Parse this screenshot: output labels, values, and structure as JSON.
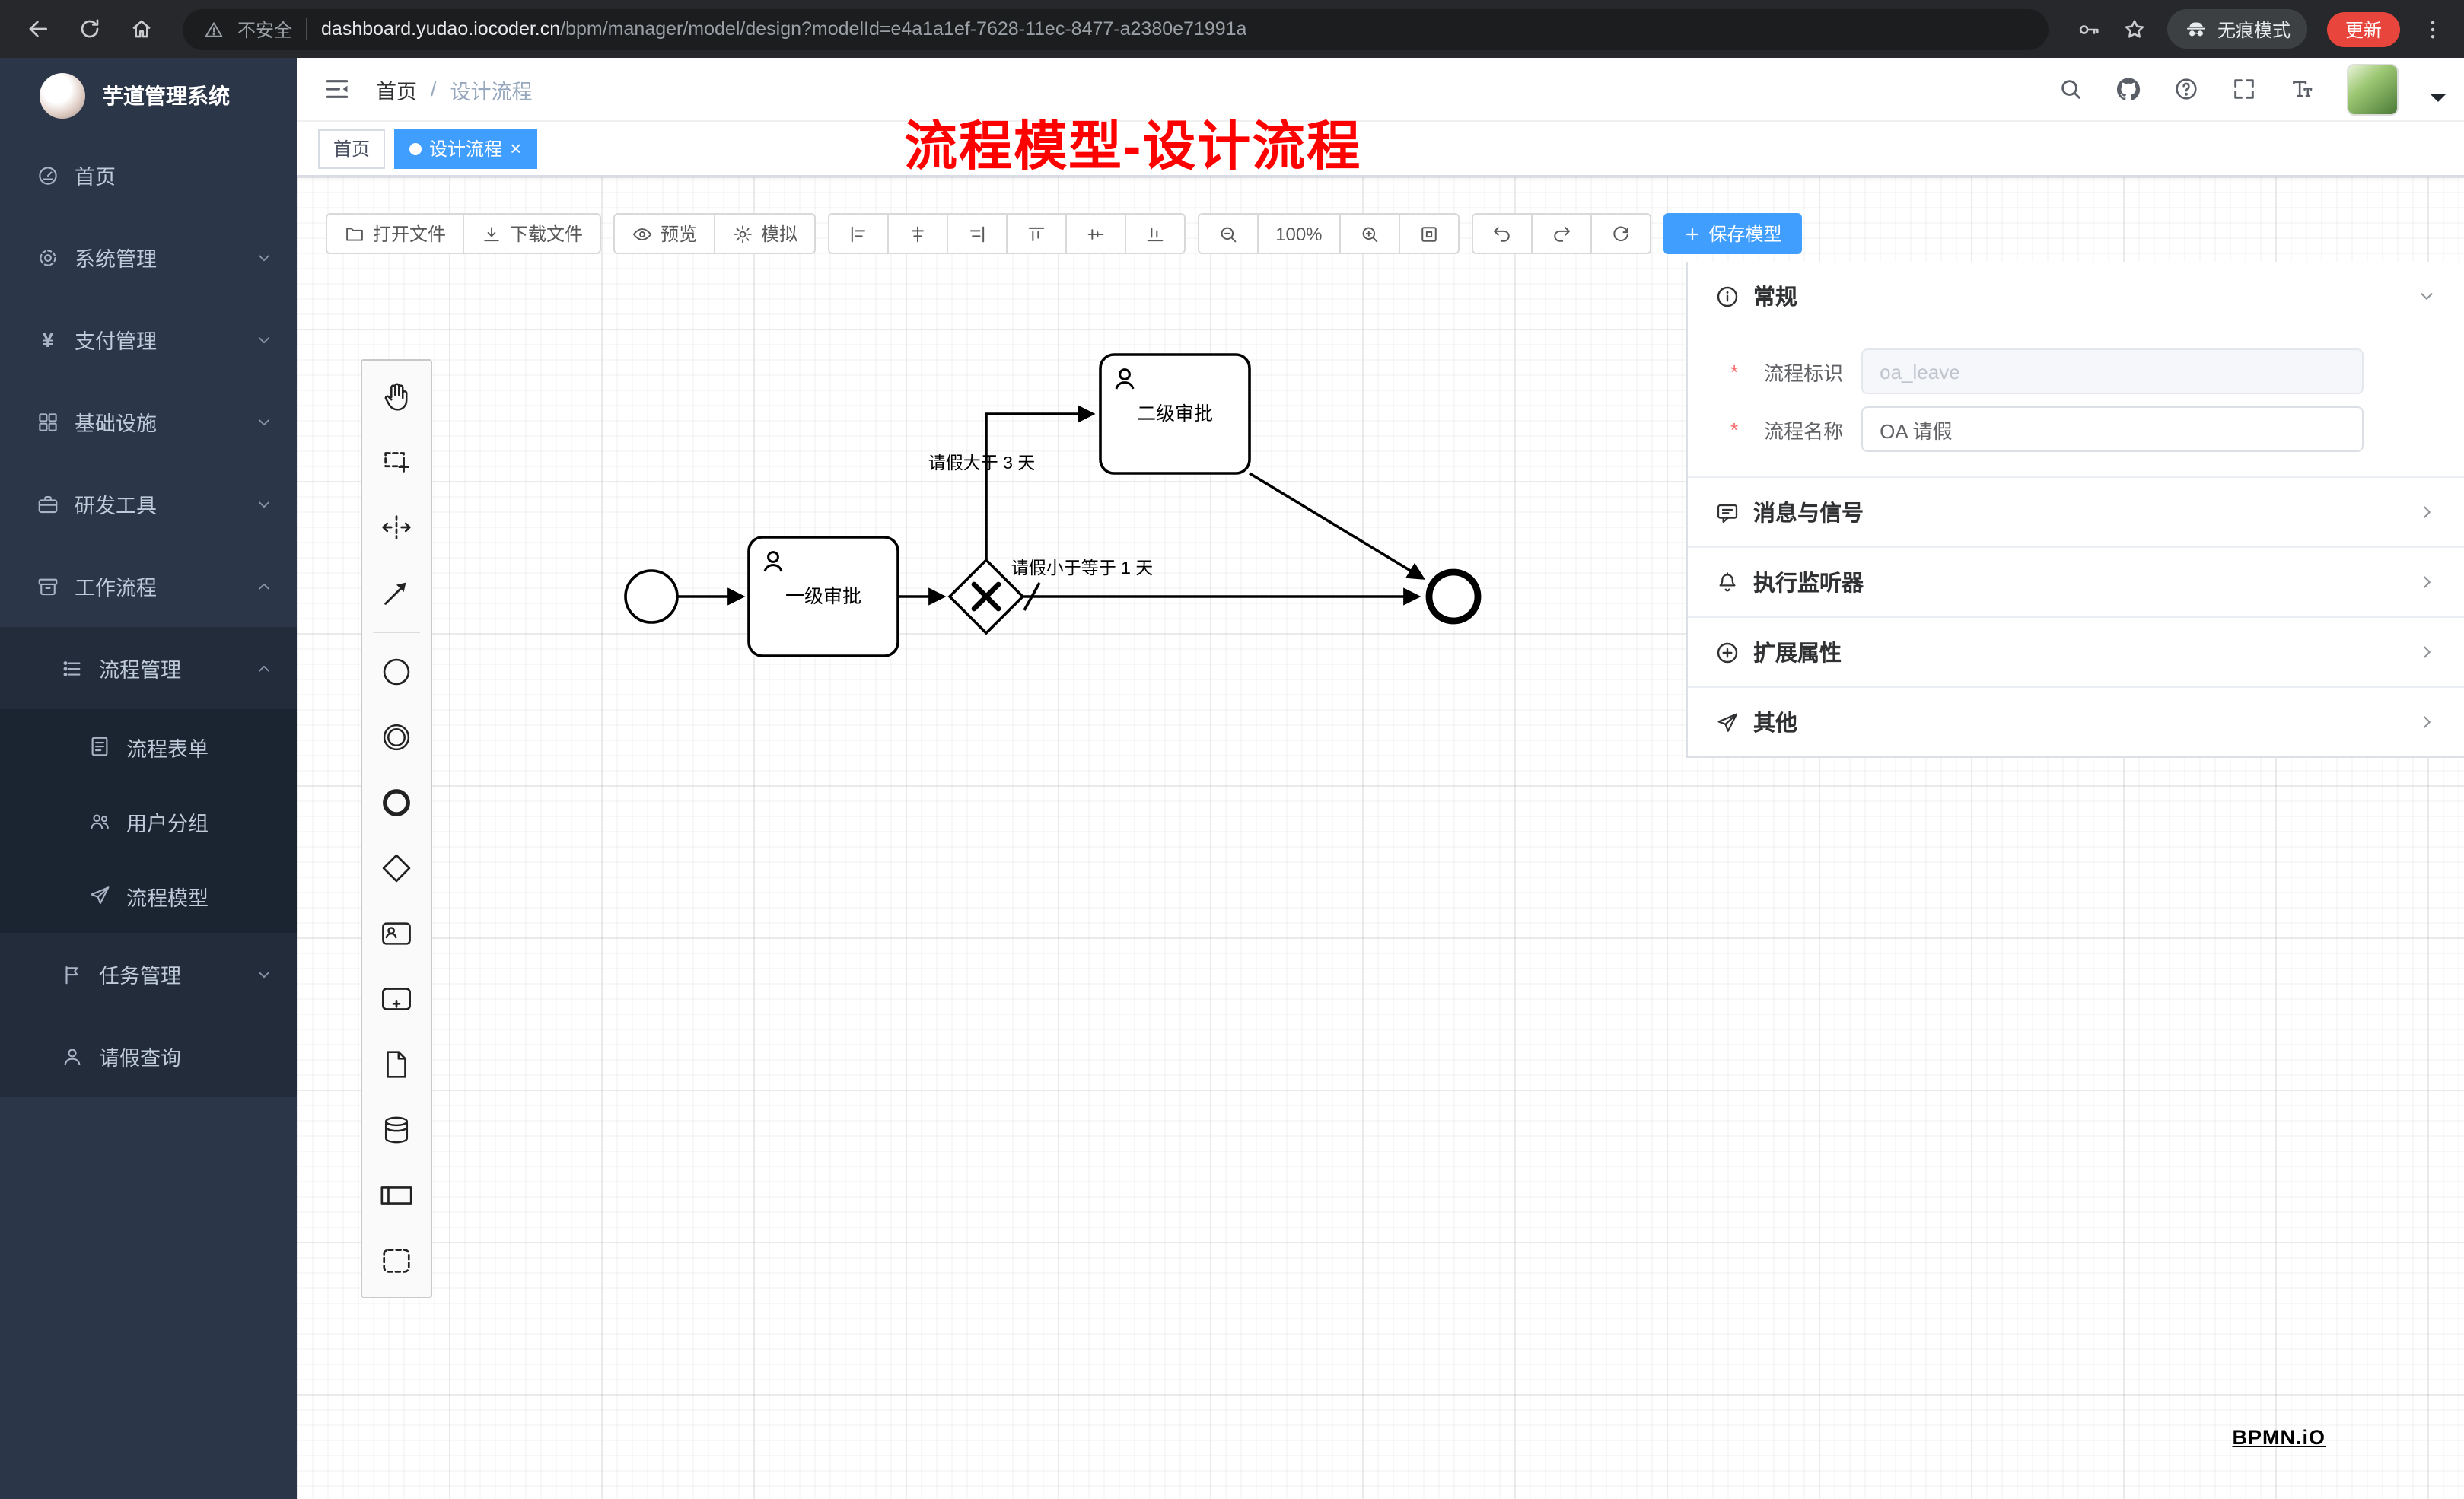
{
  "browser": {
    "security_label": "不安全",
    "url_domain": "dashboard.yudao.iocoder.cn",
    "url_path": "/bpm/manager/model/design?modelId=e4a1a1ef-7628-11ec-8477-a2380e71991a",
    "incognito_label": "无痕模式",
    "update_label": "更新"
  },
  "sidebar": {
    "logo_title": "芋道管理系统",
    "menu": [
      {
        "label": "首页"
      },
      {
        "label": "系统管理"
      },
      {
        "label": "支付管理"
      },
      {
        "label": "基础设施"
      },
      {
        "label": "研发工具"
      },
      {
        "label": "工作流程"
      }
    ],
    "submenu": {
      "process_mgmt": "流程管理",
      "children": [
        "流程表单",
        "用户分组",
        "流程模型"
      ],
      "task_mgmt": "任务管理",
      "leave_query": "请假查询"
    }
  },
  "header": {
    "breadcrumb": [
      "首页",
      "设计流程"
    ],
    "breadcrumb_sep": "/"
  },
  "tabbar": {
    "tabs": [
      {
        "label": "首页",
        "active": false
      },
      {
        "label": "设计流程",
        "active": true
      }
    ],
    "close_glyph": "×"
  },
  "annotation": "流程模型-设计流程",
  "toolbar": {
    "open_file": "打开文件",
    "download_file": "下载文件",
    "preview": "预览",
    "simulate": "模拟",
    "zoom_level": "100%",
    "save_model": "保存模型"
  },
  "diagram": {
    "task1_label": "一级审批",
    "task2_label": "二级审批",
    "condition_up": "请假大于 3 天",
    "condition_right": "请假小于等于 1 天"
  },
  "panel": {
    "required_marker": "*",
    "sections": [
      {
        "title": "常规"
      },
      {
        "title": "消息与信号"
      },
      {
        "title": "执行监听器"
      },
      {
        "title": "扩展属性"
      },
      {
        "title": "其他"
      }
    ],
    "fields": [
      {
        "label": "流程标识",
        "value": "oa_leave"
      },
      {
        "label": "流程名称",
        "value": "OA 请假"
      }
    ]
  },
  "watermark": "BPMN.iO",
  "icons": {
    "payment_glyph": "¥"
  },
  "colors": {
    "accent": "#409eff",
    "update_red": "#e8453c",
    "annotation_red": "#ff0000",
    "sidebar_bg": "#2b3648"
  }
}
